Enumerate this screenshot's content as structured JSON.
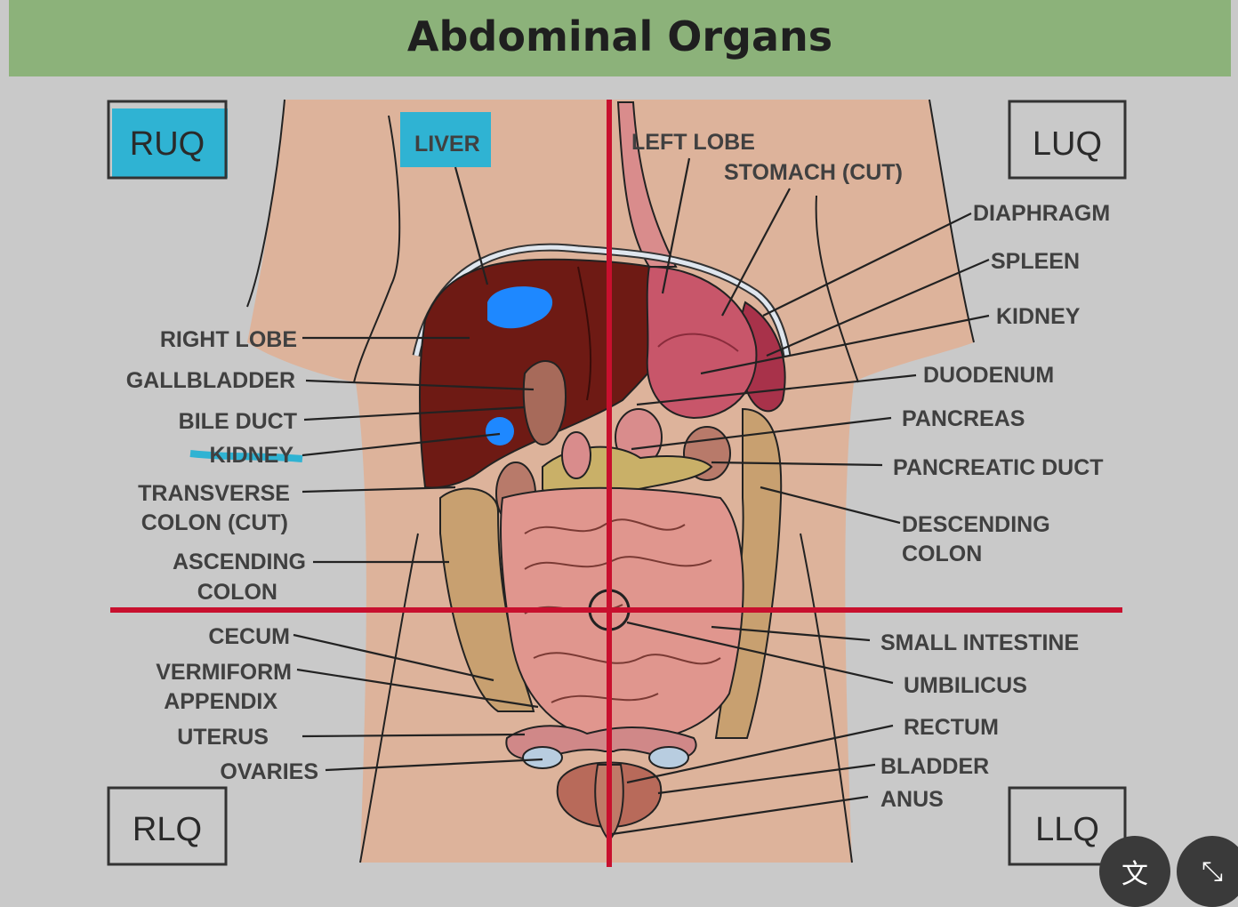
{
  "title": "Abdominal Organs",
  "quadrants": {
    "ruq": "RUQ",
    "luq": "LUQ",
    "rlq": "RLQ",
    "llq": "LLQ"
  },
  "labels_left": {
    "right_lobe": "RIGHT LOBE",
    "gallbladder": "GALLBLADDER",
    "bile_duct": "BILE DUCT",
    "kidney": "KIDNEY",
    "transverse_colon_1": "TRANSVERSE",
    "transverse_colon_2": "COLON (CUT)",
    "ascending_colon_1": "ASCENDING",
    "ascending_colon_2": "COLON",
    "cecum": "CECUM",
    "vermiform_1": "VERMIFORM",
    "vermiform_2": "APPENDIX",
    "uterus": "UTERUS",
    "ovaries": "OVARIES"
  },
  "labels_top": {
    "liver": "LIVER",
    "left_lobe": "LEFT LOBE",
    "stomach": "STOMACH (CUT)"
  },
  "labels_right": {
    "diaphragm": "DIAPHRAGM",
    "spleen": "SPLEEN",
    "kidney": "KIDNEY",
    "duodenum": "DUODENUM",
    "pancreas": "PANCREAS",
    "pancreatic_duct": "PANCREATIC DUCT",
    "descending_colon_1": "DESCENDING",
    "descending_colon_2": "COLON",
    "small_intestine": "SMALL INTESTINE",
    "umbilicus": "UMBILICUS",
    "rectum": "RECTUM",
    "bladder": "BLADDER",
    "anus": "ANUS"
  },
  "colors": {
    "highlight": "#2fb3d3",
    "annotation_blue": "#1e88ff",
    "axis_red": "#c8102e",
    "skin": "#ddb39b",
    "liver": "#6e1a14"
  },
  "controls": {
    "translate_icon": "translate-icon",
    "collapse_icon": "collapse-icon"
  }
}
